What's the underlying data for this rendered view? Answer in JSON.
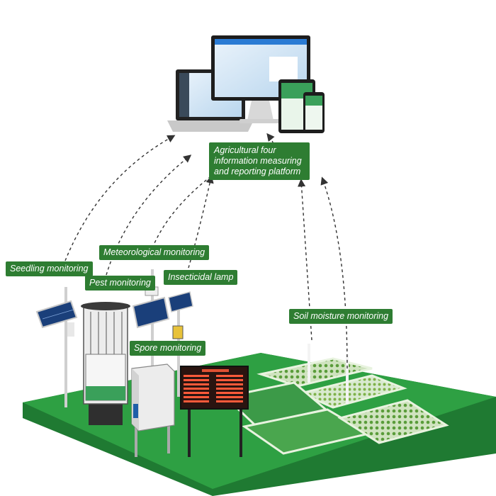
{
  "labels": {
    "platform": "Agricultural four information measuring and reporting platform",
    "seedling": "Seedling monitoring",
    "pest": "Pest monitoring",
    "meteorological": "Meteorological monitoring",
    "insecticidal": "Insecticidal lamp",
    "spore": "Spore monitoring",
    "soil": "Soil moisture monitoring"
  },
  "colors": {
    "label_bg": "#2e7d32",
    "ground_top": "#2ea043",
    "ground_side": "#1f7a32",
    "field_light": "#e8f3df",
    "field_crop": "#5a9c3a",
    "board_bg": "#2a1410",
    "board_text": "#ff5a3a",
    "arrow": "#333333"
  },
  "icons": {
    "monitor": "desktop-monitor-icon",
    "laptop": "laptop-icon",
    "tablet": "tablet-icon",
    "phone": "smartphone-icon"
  }
}
